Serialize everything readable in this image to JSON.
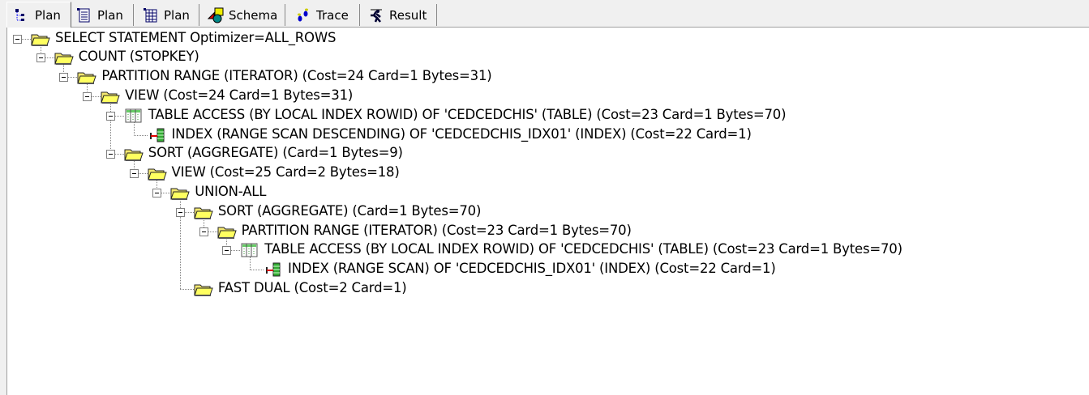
{
  "tabs": [
    {
      "label": "Plan",
      "icon": "tree-plan-icon",
      "active": true
    },
    {
      "label": "Plan",
      "icon": "text-plan-icon",
      "active": false
    },
    {
      "label": "Plan",
      "icon": "grid-plan-icon",
      "active": false
    },
    {
      "label": "Schema",
      "icon": "schema-icon",
      "active": false
    },
    {
      "label": "Trace",
      "icon": "trace-icon",
      "active": false
    },
    {
      "label": "Result",
      "icon": "result-icon",
      "active": false
    }
  ],
  "tree": [
    {
      "level": 0,
      "icon": "folder",
      "expanded": true,
      "text": "SELECT STATEMENT Optimizer=ALL_ROWS"
    },
    {
      "level": 1,
      "icon": "folder",
      "expanded": true,
      "text": "COUNT (STOPKEY)"
    },
    {
      "level": 2,
      "icon": "folder",
      "expanded": true,
      "text": "PARTITION RANGE (ITERATOR) (Cost=24 Card=1 Bytes=31)"
    },
    {
      "level": 3,
      "icon": "folder",
      "expanded": true,
      "text": "VIEW (Cost=24 Card=1 Bytes=31)"
    },
    {
      "level": 4,
      "icon": "table",
      "expanded": true,
      "text": "TABLE ACCESS (BY LOCAL INDEX ROWID) OF 'CEDCEDCHIS' (TABLE) (Cost=23 Card=1 Bytes=70)"
    },
    {
      "level": 5,
      "icon": "index",
      "expanded": false,
      "text": "INDEX (RANGE SCAN DESCENDING) OF 'CEDCEDCHIS_IDX01' (INDEX) (Cost=22 Card=1)"
    },
    {
      "level": 4,
      "icon": "folder",
      "expanded": true,
      "text": "SORT (AGGREGATE) (Card=1 Bytes=9)"
    },
    {
      "level": 5,
      "icon": "folder",
      "expanded": true,
      "text": "VIEW (Cost=25 Card=2 Bytes=18)"
    },
    {
      "level": 6,
      "icon": "folder",
      "expanded": true,
      "text": "UNION-ALL"
    },
    {
      "level": 7,
      "icon": "folder",
      "expanded": true,
      "text": "SORT (AGGREGATE) (Card=1 Bytes=70)"
    },
    {
      "level": 8,
      "icon": "folder",
      "expanded": true,
      "text": "PARTITION RANGE (ITERATOR) (Cost=23 Card=1 Bytes=70)"
    },
    {
      "level": 9,
      "icon": "table",
      "expanded": true,
      "text": "TABLE ACCESS (BY LOCAL INDEX ROWID) OF 'CEDCEDCHIS' (TABLE) (Cost=23 Card=1 Bytes=70)"
    },
    {
      "level": 10,
      "icon": "index",
      "expanded": false,
      "text": "INDEX (RANGE SCAN) OF 'CEDCEDCHIS_IDX01' (INDEX) (Cost=22 Card=1)"
    },
    {
      "level": 7,
      "icon": "folder",
      "expanded": false,
      "text": "FAST DUAL (Cost=2 Card=1)"
    }
  ]
}
